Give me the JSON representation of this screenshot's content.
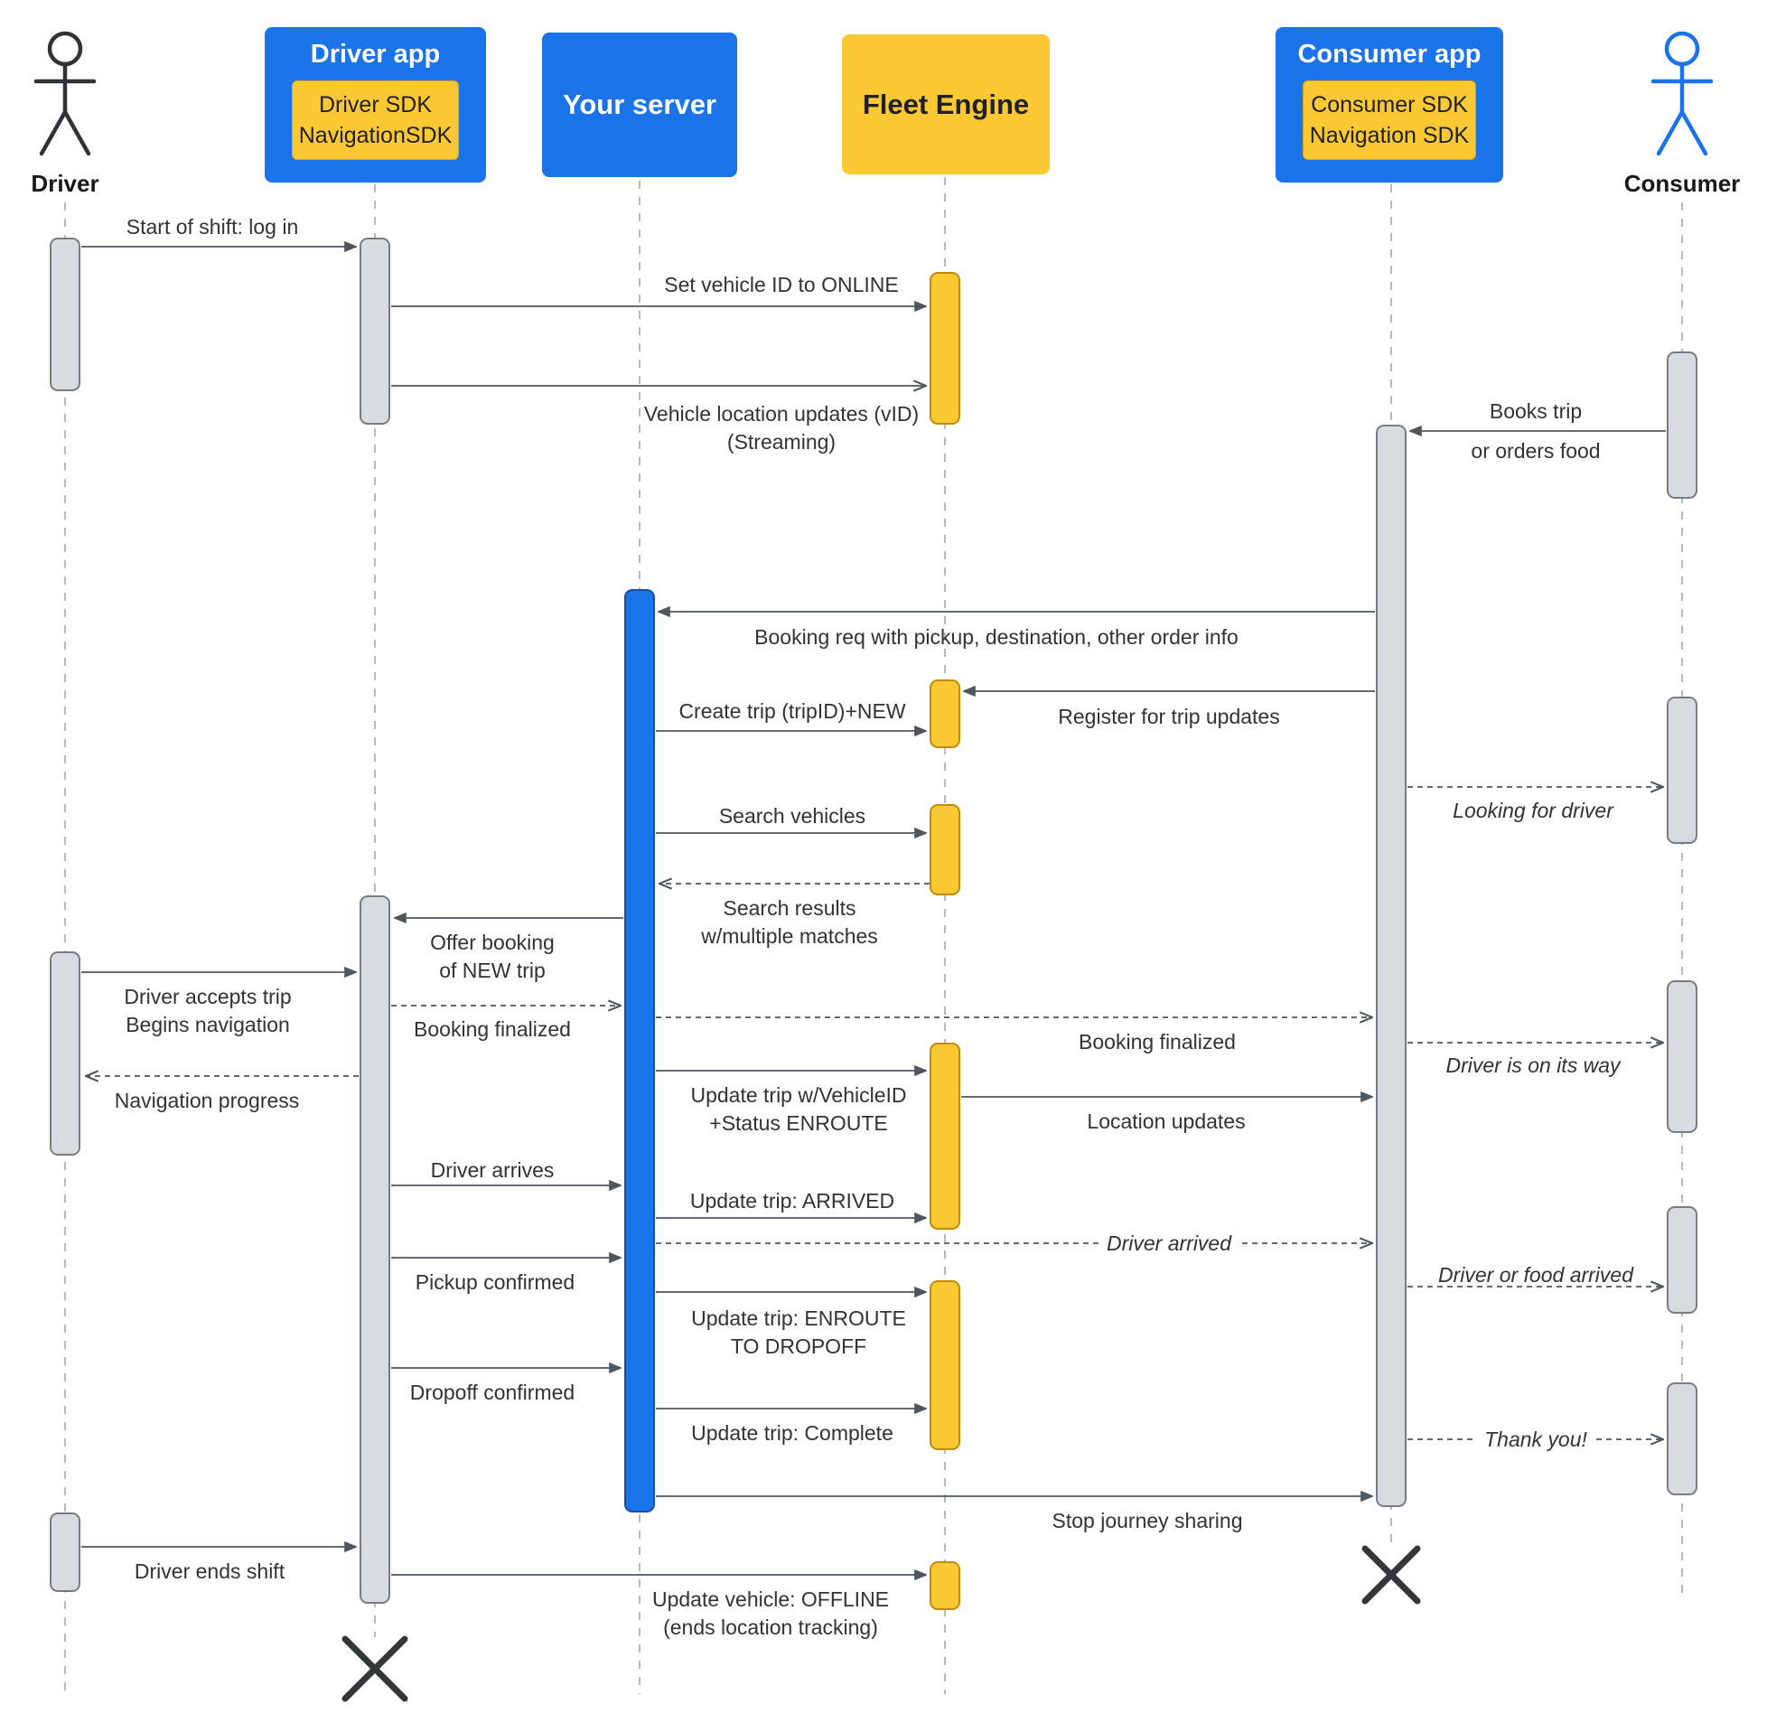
{
  "colors": {
    "blue": "#1a73e8",
    "yellow": "#fcc934",
    "activation_gray": "#d8dce0",
    "line_gray": "#4e565e"
  },
  "actors": {
    "driver": {
      "label": "Driver"
    },
    "consumer": {
      "label": "Consumer"
    }
  },
  "participants": {
    "driver_app": {
      "title": "Driver app",
      "sdk": "Driver SDK\nNavigationSDK"
    },
    "your_server": {
      "title": "Your server"
    },
    "fleet_engine": {
      "title": "Fleet Engine"
    },
    "consumer_app": {
      "title": "Consumer app",
      "sdk": "Consumer SDK\nNavigation SDK"
    }
  },
  "messages": {
    "start_shift": "Start of shift: log in",
    "set_vehicle_online": "Set vehicle ID to ONLINE",
    "vehicle_location_updates": "Vehicle location updates (vID)\n(Streaming)",
    "books_trip": [
      "Books trip",
      "or orders food"
    ],
    "booking_req": "Booking req with pickup, destination, other order info",
    "register_trip_updates": "Register for trip updates",
    "create_trip": "Create trip (tripID)+NEW",
    "looking_for_driver": "Looking for driver",
    "search_vehicles": "Search vehicles",
    "search_results": "Search results\nw/multiple matches",
    "offer_booking": "Offer booking\nof NEW trip",
    "driver_accepts": "Driver accepts trip\nBegins navigation",
    "booking_finalized_left": "Booking finalized",
    "booking_finalized_right": "Booking finalized",
    "driver_on_way": "Driver is on its way",
    "navigation_progress": "Navigation progress",
    "update_trip_enroute": "Update trip w/VehicleID\n+Status ENROUTE",
    "location_updates": "Location updates",
    "driver_arrives": "Driver arrives",
    "update_trip_arrived": "Update trip: ARRIVED",
    "driver_arrived": "Driver arrived",
    "pickup_confirmed": "Pickup confirmed",
    "driver_food_arrived": "Driver or food arrived",
    "update_trip_enroute_dropoff": "Update trip: ENROUTE\nTO DROPOFF",
    "dropoff_confirmed": "Dropoff confirmed",
    "update_trip_complete": "Update trip: Complete",
    "thank_you": "Thank you!",
    "stop_journey_sharing": "Stop journey sharing",
    "driver_ends_shift": "Driver ends shift",
    "update_vehicle_offline": "Update vehicle: OFFLINE\n(ends location tracking)"
  }
}
